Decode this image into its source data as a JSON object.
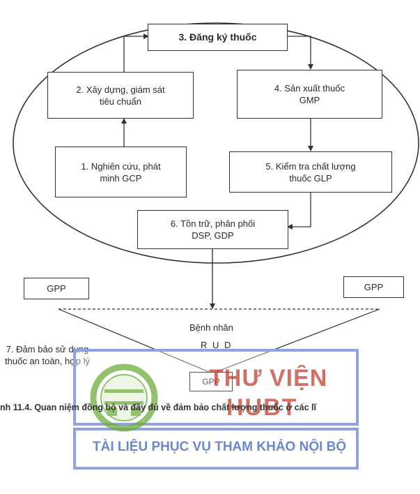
{
  "nodes": {
    "n3": "3. Đăng ký thuốc",
    "n2": "2. Xây dựng, giám sát\ntiêu chuẩn",
    "n4": "4. Sản xuất thuốc\nGMP",
    "n1": "1. Nghiên cứu, phát\nminh GCP",
    "n5": "5. Kiểm tra chất lượng\nthuốc GLP",
    "n6": "6. Tồn trữ, phân phối\nDSP, GDP",
    "gpp_left": "GPP",
    "gpp_right": "GPP",
    "gpp_bottom": "GPP"
  },
  "patient_label": "Bệnh nhân",
  "rud_label": "R U D",
  "n7_label": "7. Đảm bảo sử dụng\nthuốc an toàn, hợp lý",
  "caption": "nh 11.4. Quan niệm đồng bộ và đầy đủ về đảm bảo chất lượng thuốc ở các lĩ",
  "watermark": {
    "title_line1": "THƯ VIỆN",
    "title_line2": "HUBT",
    "subtitle": "TÀI LIỆU PHỤC VỤ THAM KHẢO NỘI BỘ"
  },
  "colors": {
    "watermark_red": "#c0392b",
    "watermark_blue": "#3a5fc4",
    "watermark_green": "#6fae3c"
  }
}
